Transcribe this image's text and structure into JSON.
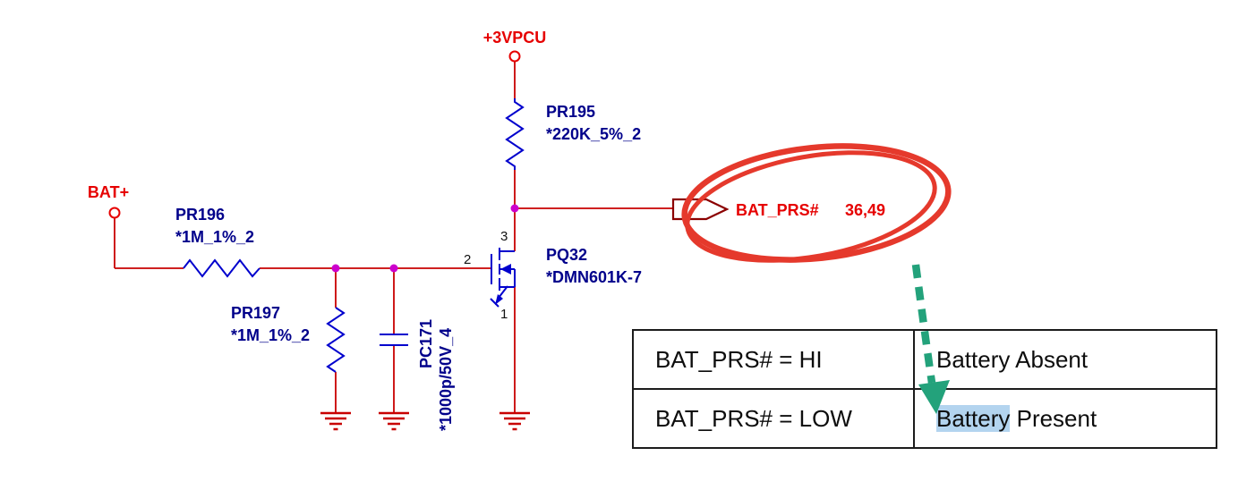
{
  "schematic": {
    "power_net": "+3VPCU",
    "input_net": "BAT+",
    "output_net": {
      "name": "BAT_PRS#",
      "pages": "36,49"
    },
    "components": {
      "pr195": {
        "ref": "PR195",
        "value": "*220K_5%_2"
      },
      "pr196": {
        "ref": "PR196",
        "value": "*1M_1%_2"
      },
      "pr197": {
        "ref": "PR197",
        "value": "*1M_1%_2"
      },
      "pc171": {
        "ref": "PC171",
        "value": "*1000p/50V_4"
      },
      "pq32": {
        "ref": "PQ32",
        "value": "*DMN601K-7",
        "pins": {
          "gate": "2",
          "drain": "3",
          "source": "1"
        }
      }
    }
  },
  "table": {
    "rows": [
      {
        "signal": "BAT_PRS# = HI",
        "meaning": "Battery Absent"
      },
      {
        "signal": "BAT_PRS# = LOW",
        "meaning_highlight": "Battery",
        "meaning_rest": " Present"
      }
    ]
  },
  "colors": {
    "wire": "#c80000",
    "component": "#0000cd",
    "component_label": "#00008b",
    "net_label": "#e60000",
    "junction": "#cc00cc",
    "annotation_circle": "#e5392c",
    "annotation_arrow": "#23a27b",
    "selection_highlight": "#b3d4ef"
  }
}
